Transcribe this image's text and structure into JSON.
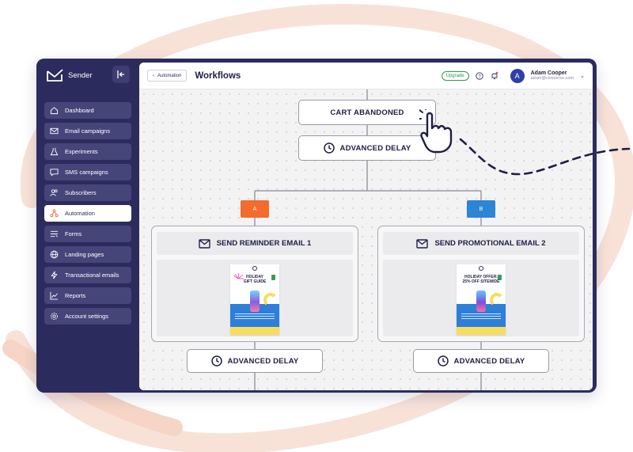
{
  "sidebar": {
    "brand": "Sender",
    "items": [
      {
        "label": "Dashboard",
        "icon": "home-icon"
      },
      {
        "label": "Email campaigns",
        "icon": "mail-icon"
      },
      {
        "label": "Experiments",
        "icon": "flask-icon"
      },
      {
        "label": "SMS campaigns",
        "icon": "chat-icon"
      },
      {
        "label": "Subscribers",
        "icon": "users-icon"
      },
      {
        "label": "Automation",
        "icon": "automation-icon",
        "active": true
      },
      {
        "label": "Forms",
        "icon": "form-icon"
      },
      {
        "label": "Landing pages",
        "icon": "globe-icon"
      },
      {
        "label": "Transactional emails",
        "icon": "bolt-icon"
      },
      {
        "label": "Reports",
        "icon": "chart-icon"
      },
      {
        "label": "Account settings",
        "icon": "gear-icon"
      }
    ]
  },
  "header": {
    "back_label": "Automation",
    "title": "Workflows",
    "upgrade_label": "Upgrade",
    "user_initial": "A",
    "user_name": "Adam Cooper",
    "user_email": "adam@civeverse.com"
  },
  "workflow": {
    "trigger": "CART ABANDONED",
    "delay_label": "ADVANCED DELAY",
    "branch_a": {
      "label": "A",
      "color": "#f46b2e",
      "title": "SEND REMINDER EMAIL 1",
      "preview_title": "HOLIDAY GIFT GUIDE",
      "delay": "ADVANCED DELAY"
    },
    "branch_b": {
      "label": "B",
      "color": "#2d85d6",
      "title": "SEND PROMOTIONAL EMAIL 2",
      "preview_title": "HOLIDAY OFFER: 25% OFF SITEWIDE",
      "delay": "ADVANCED DELAY"
    }
  },
  "colors": {
    "sidebar": "#2c2b5e",
    "accent_swoosh": "#f6d9cc",
    "upgrade": "#2f9a4d",
    "avatar": "#2e3fa8"
  }
}
